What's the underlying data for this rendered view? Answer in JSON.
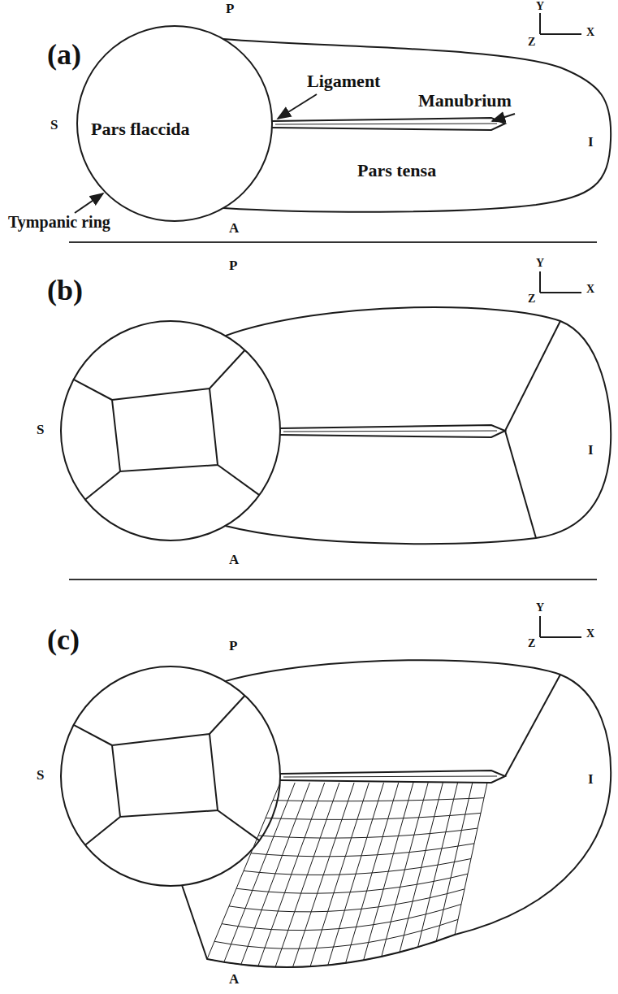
{
  "diagram": {
    "labels": [
      "(a)",
      "P",
      "Y",
      "Z",
      "X",
      "Ligament",
      "Manubrium",
      "S",
      "Pars flaccida",
      "I",
      "Pars tensa",
      "Tympanic ring",
      "A",
      "(b)",
      "P",
      "Y",
      "Z",
      "X",
      "S",
      "I",
      "A",
      "(c)",
      "P",
      "Y",
      "Z",
      "X",
      "S",
      "I",
      "A"
    ]
  }
}
